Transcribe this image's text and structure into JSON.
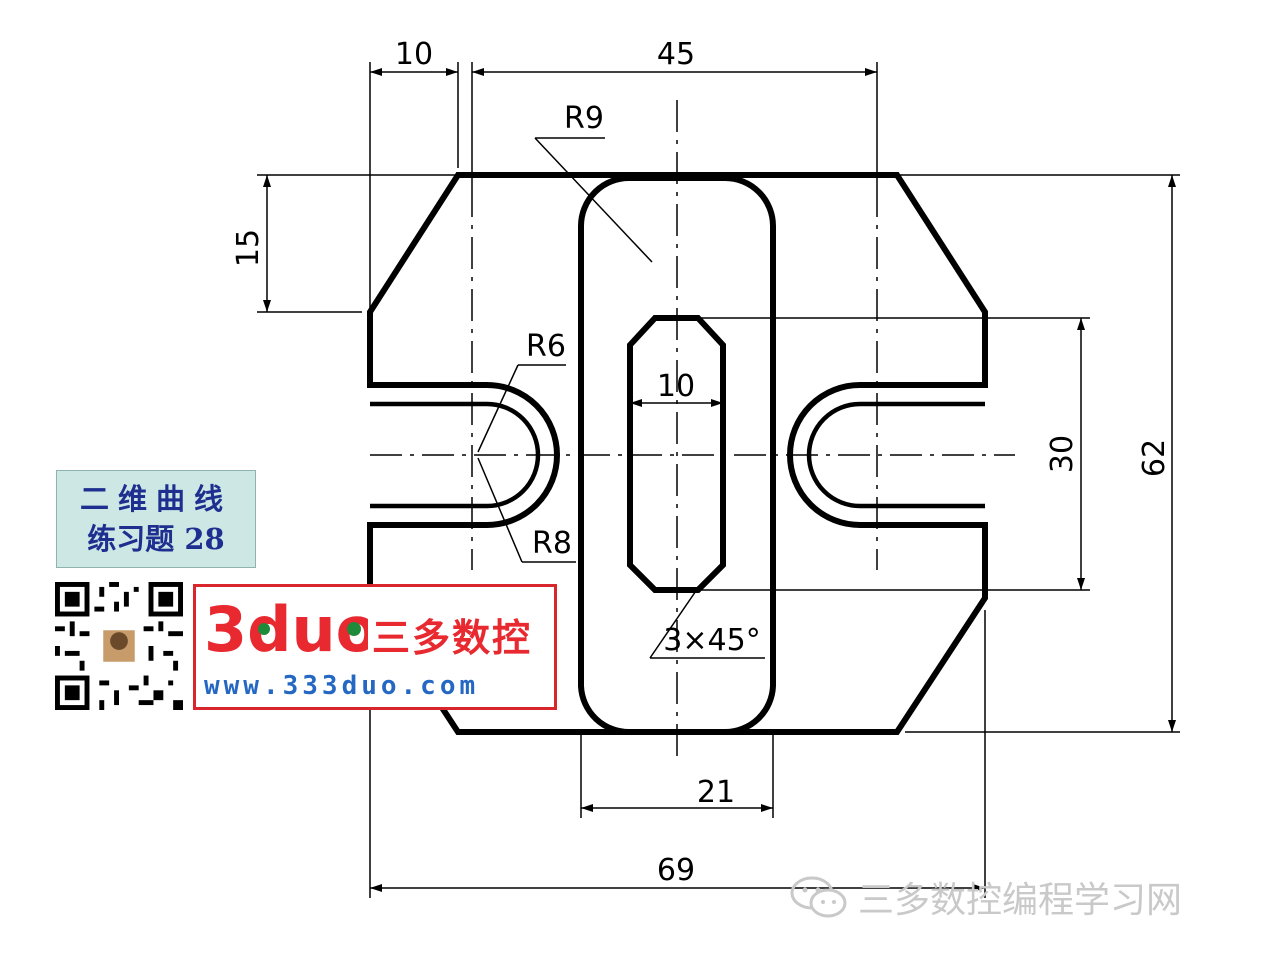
{
  "dimensions": {
    "top_left_width": "10",
    "top_width": "45",
    "top_chamfer_height": "15",
    "slot_end_radius": "R9",
    "notch_inner_radius": "R6",
    "notch_outer_radius": "R8",
    "inner_slot_width": "10",
    "inner_slot_height": "30",
    "total_height": "62",
    "inner_chamfer": "3×45°",
    "slot_width": "21",
    "total_width": "69"
  },
  "label_box": {
    "line1": "二维曲线",
    "line2": "练习题 28"
  },
  "brand": {
    "logo_text": "3duo",
    "name": "三多数控",
    "url": "www.333duo.com",
    "accent_red": "#e8292f",
    "accent_blue": "#2468c4"
  },
  "watermark": {
    "icon": "wechat-icon",
    "text": "三多数控编程学习网"
  }
}
